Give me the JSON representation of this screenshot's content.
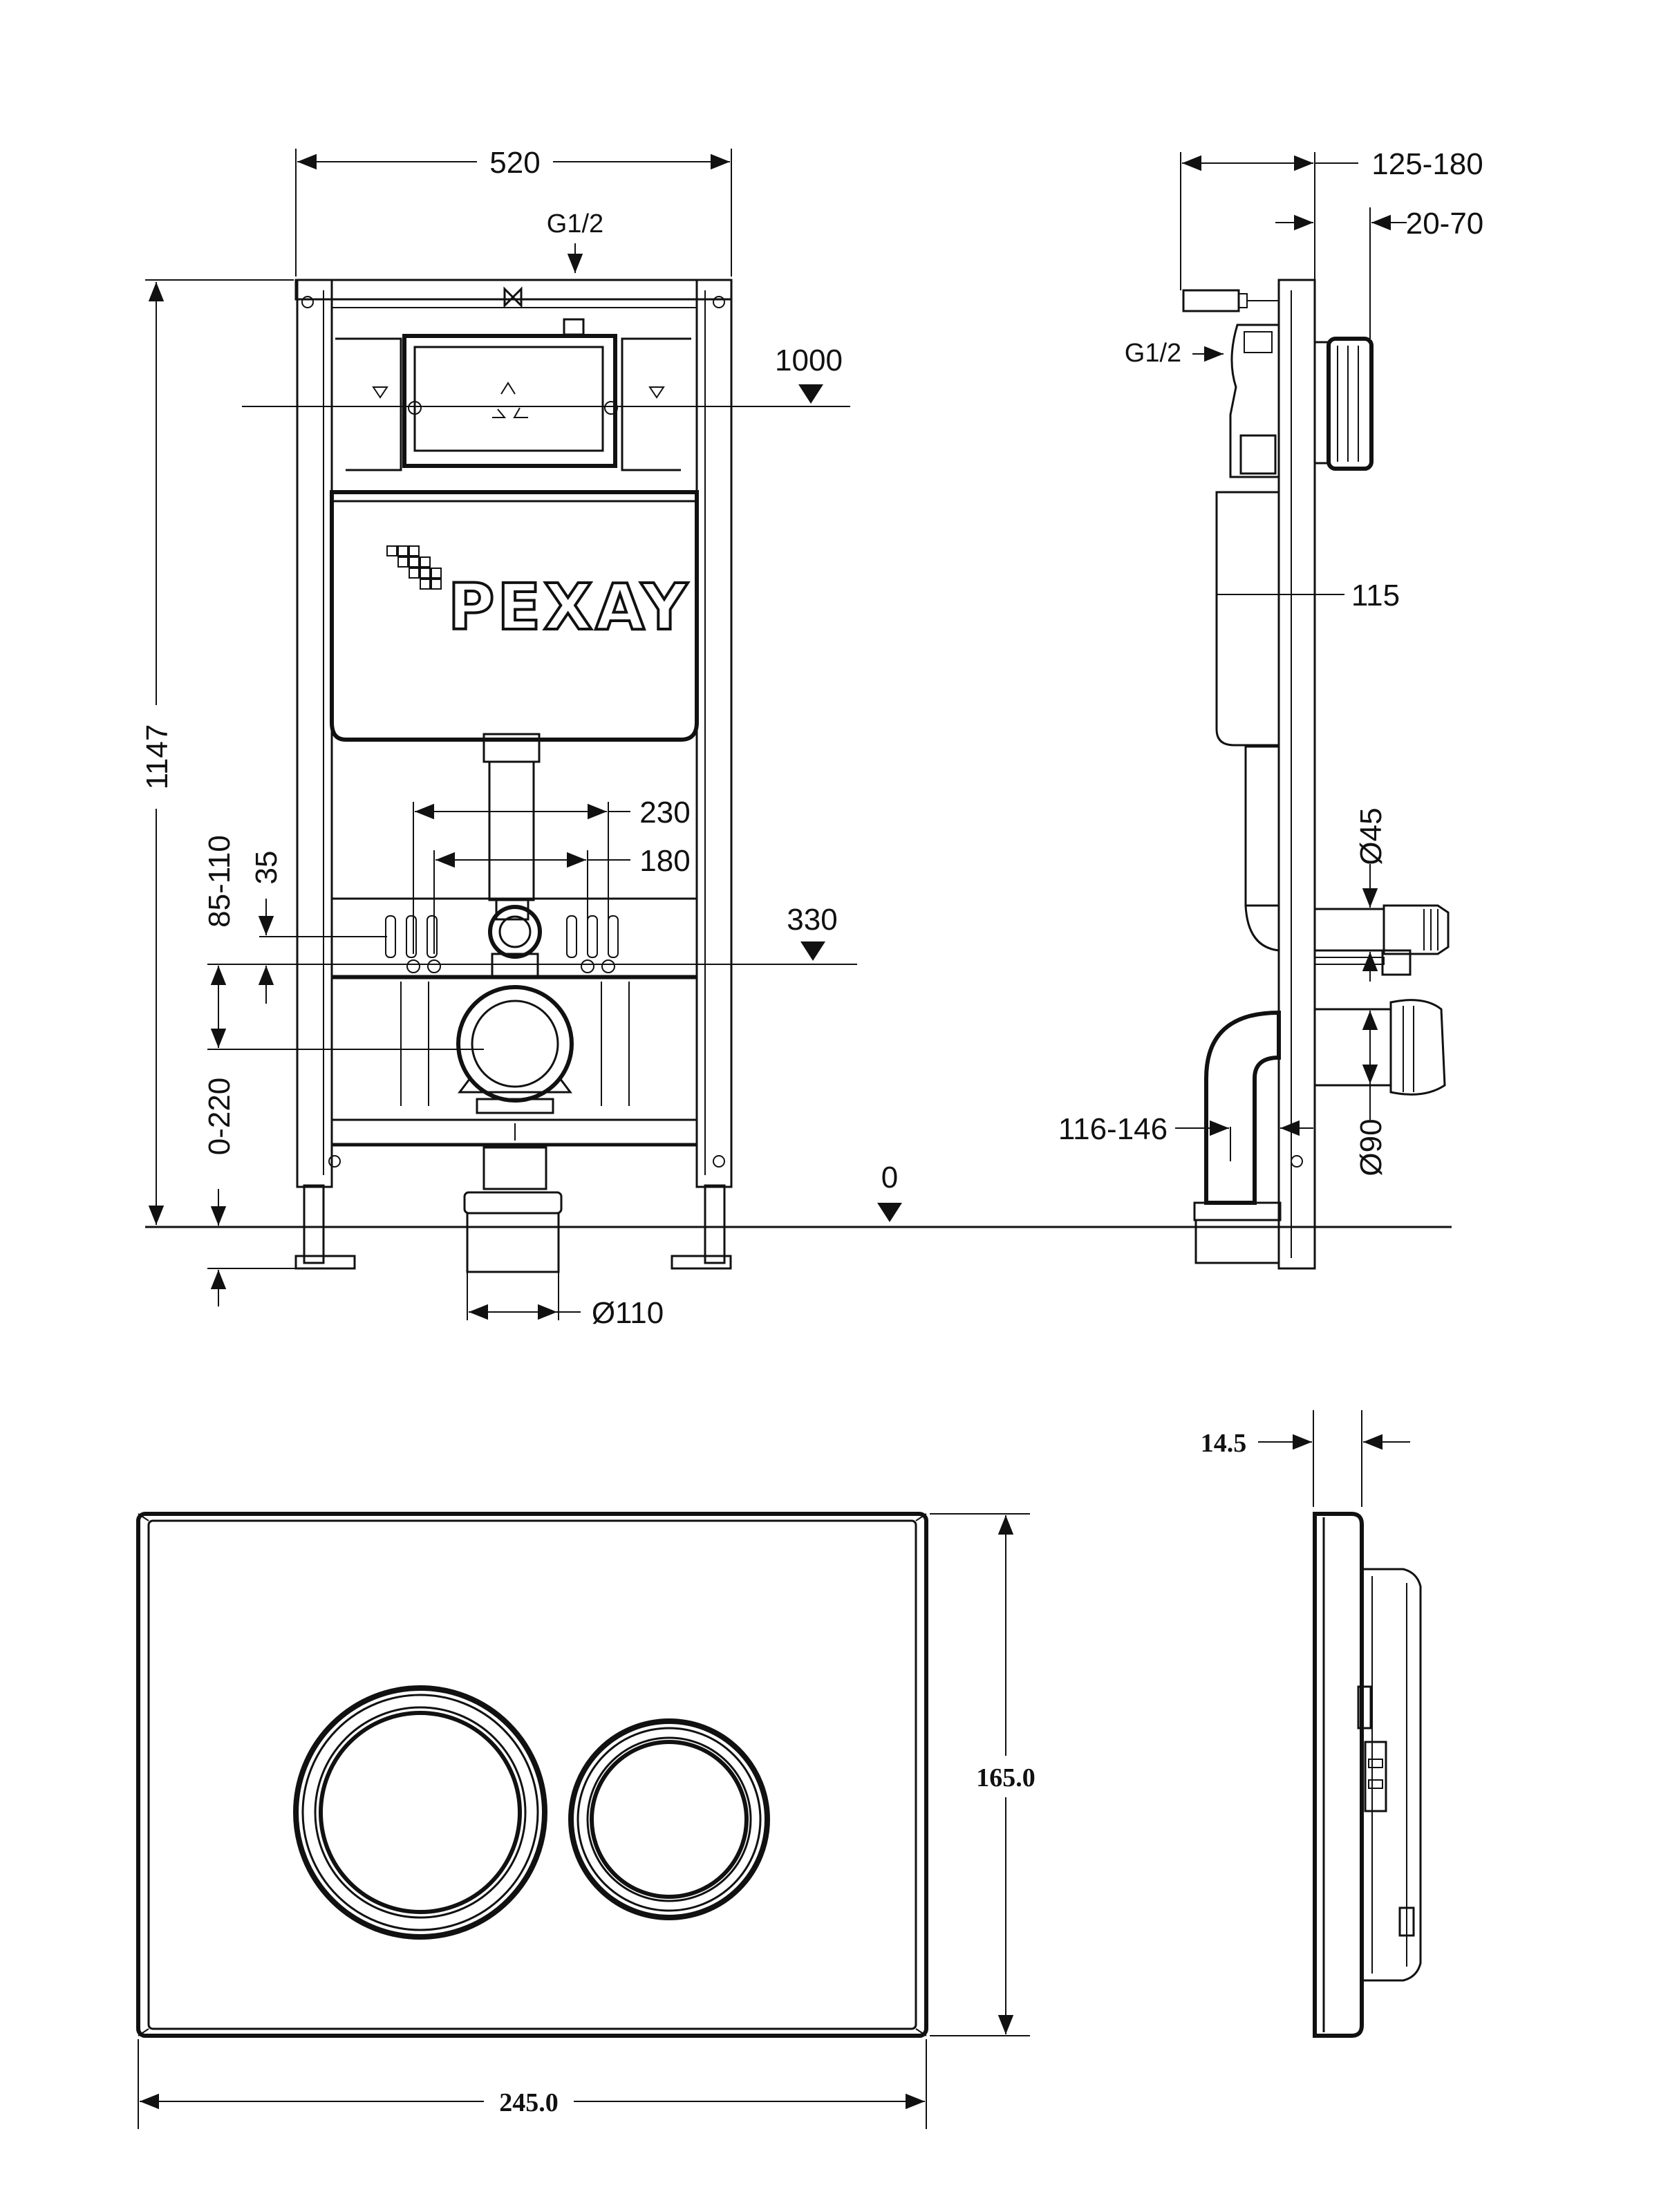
{
  "frame_front": {
    "width": "520",
    "inlet": "G1/2",
    "height": "1147",
    "level_top": "1000",
    "level_mid": "330",
    "level_zero": "0",
    "stud_outer": "230",
    "stud_inner": "180",
    "stud_offset": "35",
    "stud_height_range": "85-110",
    "feet_range": "0-220",
    "drain": "Ø110",
    "brand": "PEXAY"
  },
  "frame_side": {
    "depth": "125-180",
    "flush_depth": "20-70",
    "inlet": "G1/2",
    "tank_depth": "115",
    "inlet_pipe": "Ø45",
    "outlet_pipe": "Ø90",
    "outlet_offset": "116-146"
  },
  "plate_front": {
    "width": "245.0",
    "height": "165.0"
  },
  "plate_side": {
    "thickness": "14.5"
  }
}
